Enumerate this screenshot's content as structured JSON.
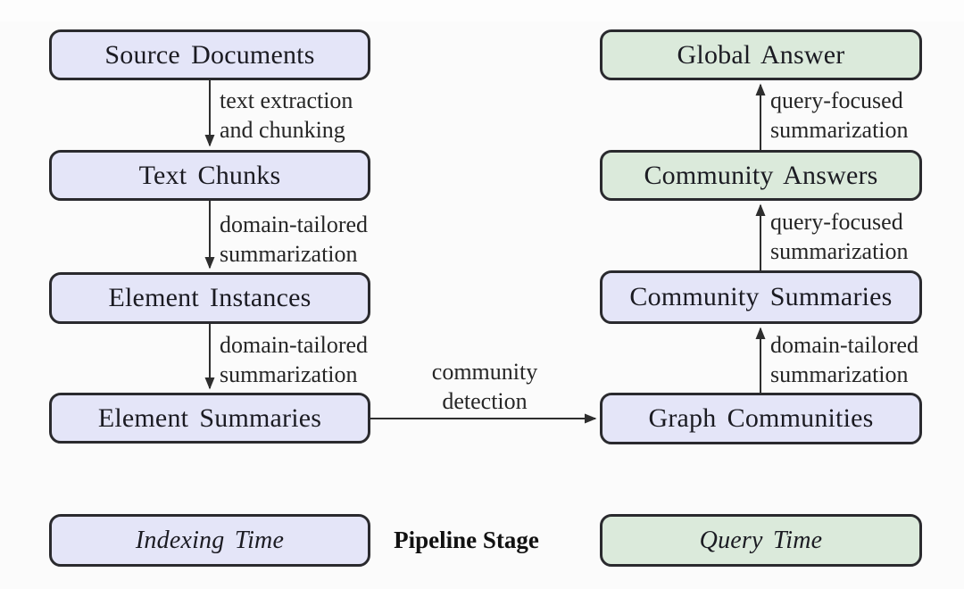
{
  "colors": {
    "indexing_fill": "#e4e5f8",
    "query_fill": "#dbeadb",
    "node_border": "#2a2a2e",
    "arrow": "#2e2e2e",
    "node_text": "#1b1b22",
    "annotation_text": "#262626",
    "background": "#fbfbfb"
  },
  "nodes": {
    "source_documents": {
      "label": "Source Documents",
      "stage": "indexing"
    },
    "text_chunks": {
      "label": "Text Chunks",
      "stage": "indexing"
    },
    "element_instances": {
      "label": "Element Instances",
      "stage": "indexing"
    },
    "element_summaries": {
      "label": "Element Summaries",
      "stage": "indexing"
    },
    "graph_communities": {
      "label": "Graph Communities",
      "stage": "indexing"
    },
    "community_summaries": {
      "label": "Community Summaries",
      "stage": "indexing"
    },
    "community_answers": {
      "label": "Community Answers",
      "stage": "query"
    },
    "global_answer": {
      "label": "Global Answer",
      "stage": "query"
    }
  },
  "edges": {
    "text_extraction": {
      "from": "source_documents",
      "to": "text_chunks",
      "line1": "text extraction",
      "line2": "and chunking"
    },
    "summarization_1": {
      "from": "text_chunks",
      "to": "element_instances",
      "line1": "domain-tailored",
      "line2": "summarization"
    },
    "summarization_2": {
      "from": "element_instances",
      "to": "element_summaries",
      "line1": "domain-tailored",
      "line2": "summarization"
    },
    "community_detection": {
      "from": "element_summaries",
      "to": "graph_communities",
      "line1": "community",
      "line2": "detection"
    },
    "summarization_3": {
      "from": "graph_communities",
      "to": "community_summaries",
      "line1": "domain-tailored",
      "line2": "summarization"
    },
    "query_summarization_1": {
      "from": "community_summaries",
      "to": "community_answers",
      "line1": "query-focused",
      "line2": "summarization"
    },
    "query_summarization_2": {
      "from": "community_answers",
      "to": "global_answer",
      "line1": "query-focused",
      "line2": "summarization"
    }
  },
  "legend": {
    "indexing_time": "Indexing Time",
    "pipeline_stage": "Pipeline Stage",
    "query_time": "Query Time"
  }
}
